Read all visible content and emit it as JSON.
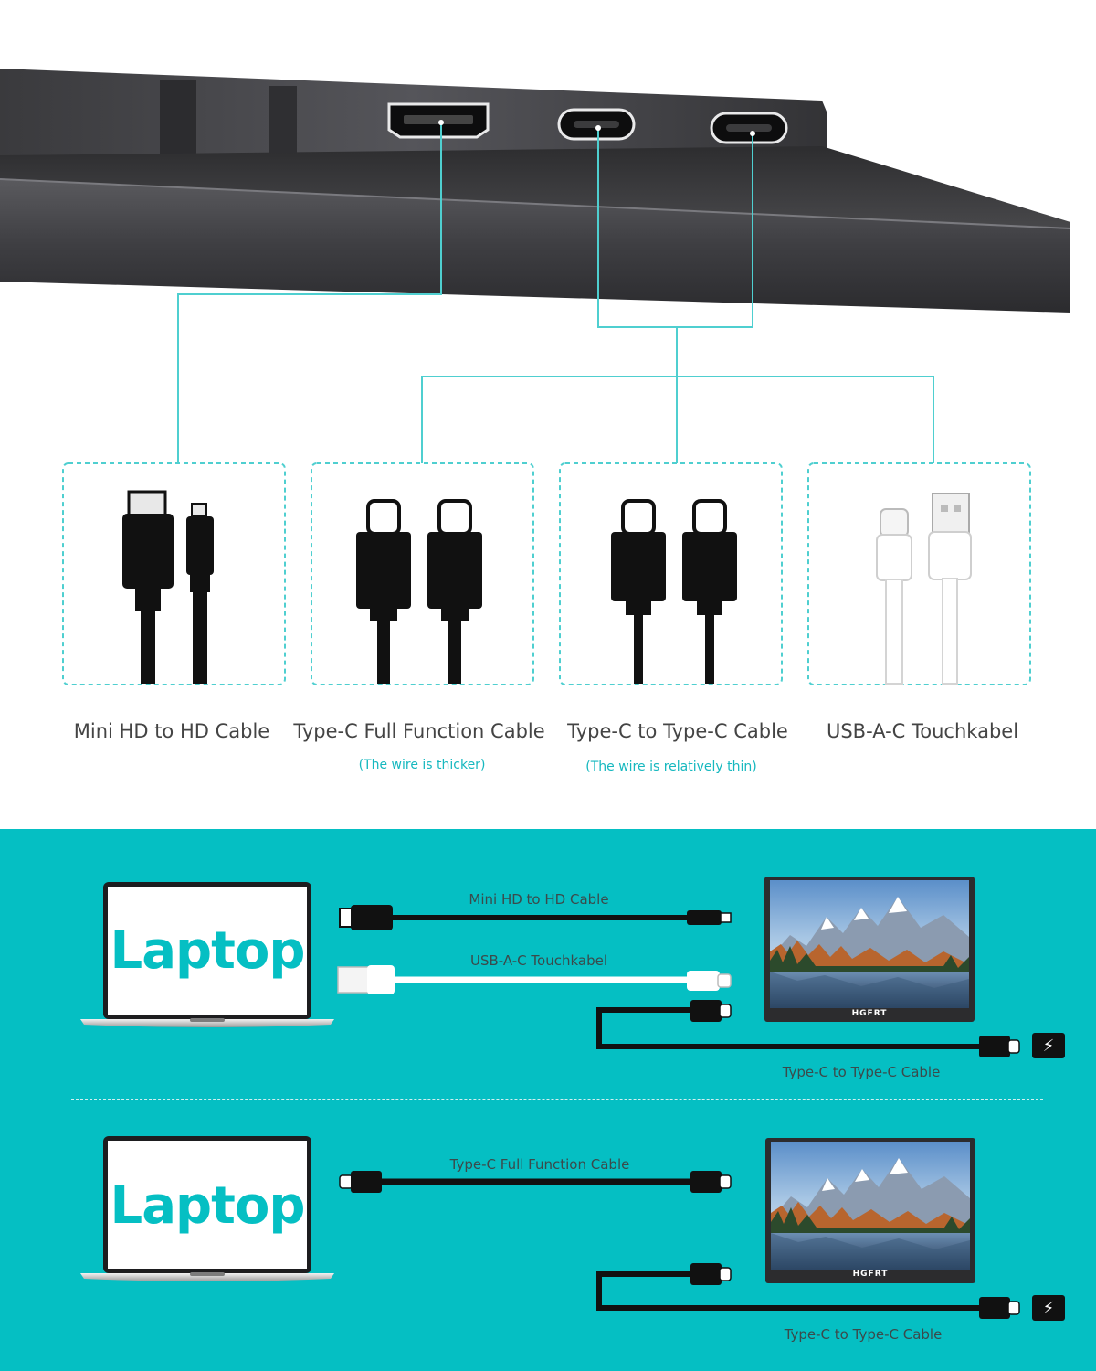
{
  "ports_section": {
    "cables": [
      {
        "label": "Mini HD to HD Cable",
        "sub": ""
      },
      {
        "label": "Type-C Full Function Cable",
        "sub": "(The wire is thicker)"
      },
      {
        "label": "Type-C to Type-C Cable",
        "sub": "(The wire is relatively thin)"
      },
      {
        "label": "USB-A-C Touchkabel",
        "sub": ""
      }
    ]
  },
  "setup_1": {
    "laptop_label": "Laptop",
    "cable_1_label": "Mini HD to HD Cable",
    "cable_2_label": "USB-A-C Touchkabel",
    "power_cable_label": "Type-C to Type-C Cable",
    "monitor_brand": "HGFRT"
  },
  "setup_2": {
    "laptop_label": "Laptop",
    "cable_1_label": "Type-C Full Function Cable",
    "power_cable_label": "Type-C to Type-C Cable",
    "monitor_brand": "HGFRT"
  },
  "colors": {
    "accent": "#05bfc3",
    "line": "#4fcfd0",
    "monitor_body": "#3a3a3c",
    "cable_black": "#111111"
  },
  "icons": [
    "hdmi-port-icon",
    "usb-c-port-icon",
    "power-plug-icon",
    "lightning-icon"
  ]
}
